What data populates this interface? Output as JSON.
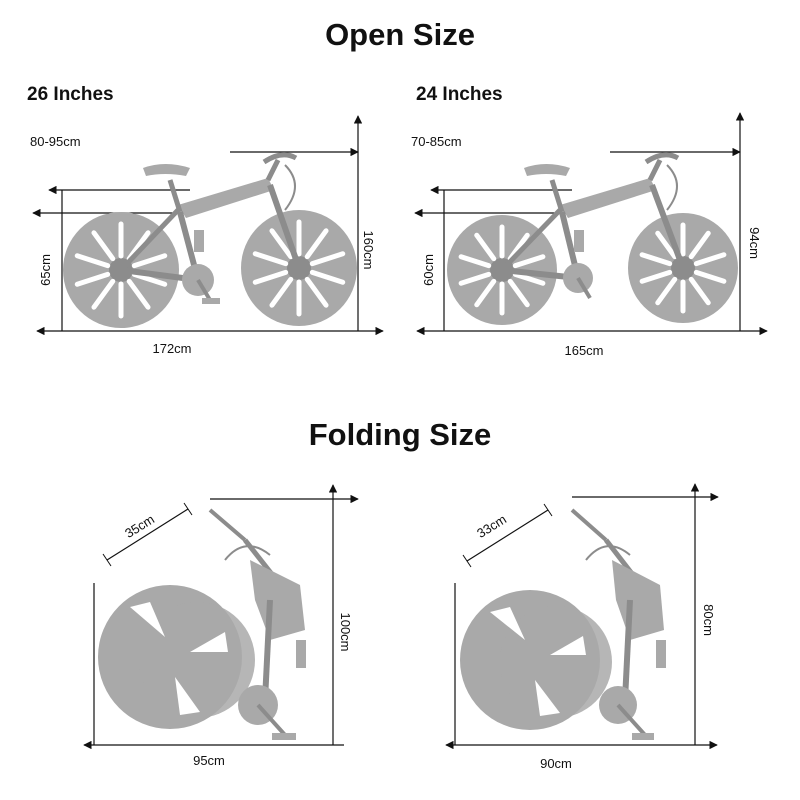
{
  "open_section": {
    "title": "Open Size",
    "bike_26": {
      "label": "26 Inches",
      "saddle_height": "80-95cm",
      "height": "160cm",
      "wheel_height": "65cm",
      "length": "172cm"
    },
    "bike_24": {
      "label": "24 Inches",
      "saddle_height": "70-85cm",
      "height": "94cm",
      "wheel_height": "60cm",
      "length": "165cm"
    }
  },
  "folding_section": {
    "title": "Folding Size",
    "fold_26": {
      "handlebar": "35cm",
      "height": "100cm",
      "length": "95cm"
    },
    "fold_24": {
      "handlebar": "33cm",
      "height": "80cm",
      "length": "90cm"
    }
  },
  "colors": {
    "bike": "#a9a9a9",
    "lines": "#111111"
  }
}
